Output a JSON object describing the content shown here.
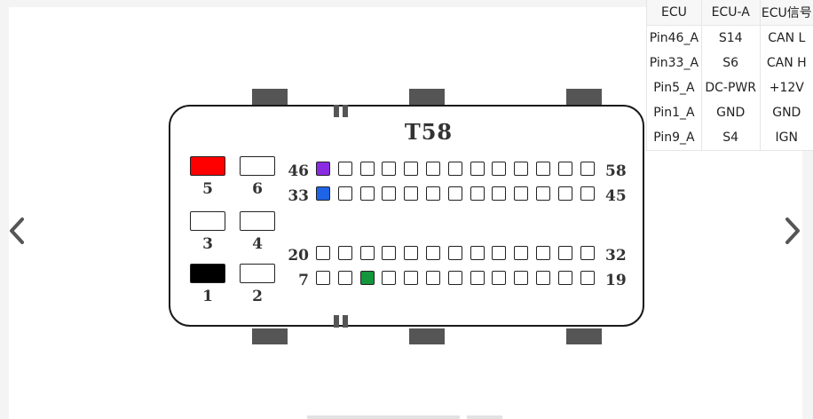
{
  "connector": {
    "name": "T58",
    "big_pins": [
      {
        "label": "5",
        "color": "#ff0000"
      },
      {
        "label": "6",
        "color": "#ffffff"
      },
      {
        "label": "3",
        "color": "#ffffff"
      },
      {
        "label": "4",
        "color": "#ffffff"
      },
      {
        "label": "1",
        "color": "#000000"
      },
      {
        "label": "2",
        "color": "#ffffff"
      }
    ],
    "pin_rows": [
      {
        "start": "46",
        "end": "58",
        "count": 13,
        "highlights": [
          {
            "index": 0,
            "color": "#8a2be2"
          }
        ]
      },
      {
        "start": "33",
        "end": "45",
        "count": 13,
        "highlights": [
          {
            "index": 0,
            "color": "#1e64e6"
          }
        ]
      },
      {
        "start": "20",
        "end": "32",
        "count": 13,
        "highlights": []
      },
      {
        "start": "7",
        "end": "19",
        "count": 13,
        "highlights": [
          {
            "index": 2,
            "color": "#14963c"
          }
        ]
      }
    ]
  },
  "table": {
    "headers": [
      "ECU",
      "ECU-A",
      "ECU信号"
    ],
    "rows": [
      [
        "Pin46_A",
        "S14",
        "CAN L"
      ],
      [
        "Pin33_A",
        "S6",
        "CAN H"
      ],
      [
        "Pin5_A",
        "DC-PWR",
        "+12V"
      ],
      [
        "Pin1_A",
        "GND",
        "GND"
      ],
      [
        "Pin9_A",
        "S4",
        "IGN"
      ]
    ]
  },
  "icons": {
    "prev": "chevron-left-icon",
    "next": "chevron-right-icon"
  }
}
